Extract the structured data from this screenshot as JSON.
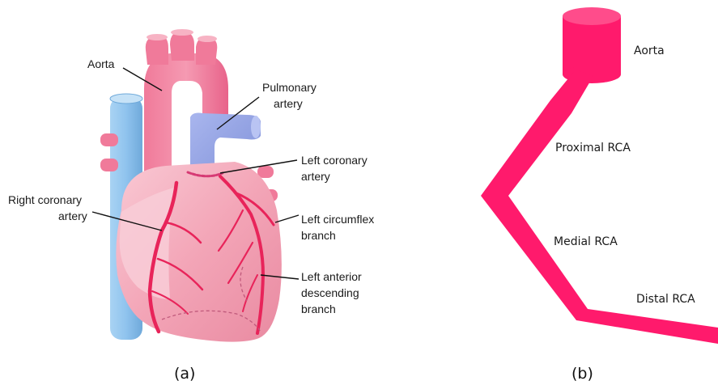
{
  "panel_a": {
    "caption": "(a)",
    "labels": {
      "aorta": "Aorta",
      "pulmonary_1": "Pulmonary",
      "pulmonary_2": "artery",
      "left_coronary_1": "Left coronary",
      "left_coronary_2": "artery",
      "right_coronary_1": "Right coronary",
      "right_coronary_2": "artery",
      "circumflex_1": "Left circumflex",
      "circumflex_2": "branch",
      "lad_1": "Left anterior",
      "lad_2": "descending",
      "lad_3": "branch"
    }
  },
  "panel_b": {
    "caption": "(b)",
    "labels": {
      "aorta": "Aorta",
      "proximal": "Proximal RCA",
      "medial": "Medial RCA",
      "distal": "Distal RCA"
    }
  },
  "colors": {
    "vessel_pink": "#ff1a6c",
    "heart_pink": "#f2a6b6",
    "vein_blue": "#8fc3ee",
    "pulmonary_blue": "#97a6e6",
    "artery_red": "#e8245a"
  }
}
